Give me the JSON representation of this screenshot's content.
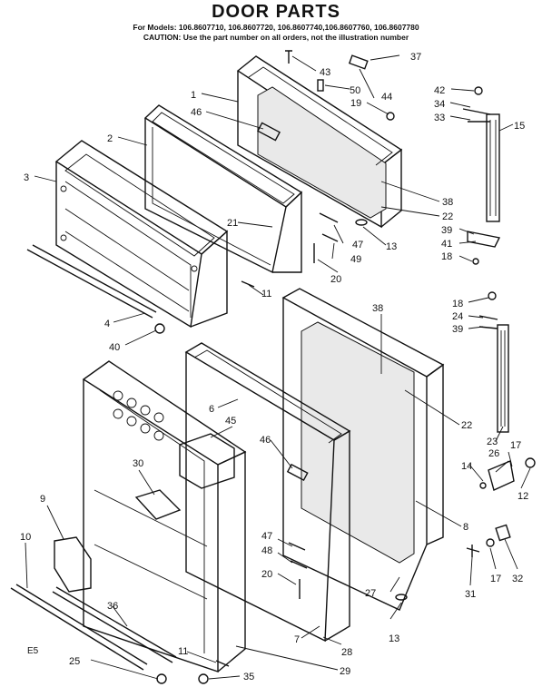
{
  "header": {
    "title": "DOOR PARTS",
    "models": "For Models: 106.8607710, 106.8607720, 106.8607740,106.8607760, 106.8607780",
    "caution": "CAUTION: Use the part number on all orders, not the illustration number"
  },
  "corner_mark": "E5",
  "callouts": [
    {
      "id": "c1",
      "text": "1"
    },
    {
      "id": "c2",
      "text": "2"
    },
    {
      "id": "c3",
      "text": "3"
    },
    {
      "id": "c4",
      "text": "4"
    },
    {
      "id": "c40",
      "text": "40"
    },
    {
      "id": "c46a",
      "text": "46"
    },
    {
      "id": "c21",
      "text": "21"
    },
    {
      "id": "c11a",
      "text": "11"
    },
    {
      "id": "c43",
      "text": "43"
    },
    {
      "id": "c37",
      "text": "37"
    },
    {
      "id": "c50",
      "text": "50"
    },
    {
      "id": "c44",
      "text": "44"
    },
    {
      "id": "c19",
      "text": "19"
    },
    {
      "id": "c42",
      "text": "42"
    },
    {
      "id": "c34",
      "text": "34"
    },
    {
      "id": "c33",
      "text": "33"
    },
    {
      "id": "c15",
      "text": "15"
    },
    {
      "id": "c38a",
      "text": "38"
    },
    {
      "id": "c22a",
      "text": "22"
    },
    {
      "id": "c47a",
      "text": "47"
    },
    {
      "id": "c13a",
      "text": "13"
    },
    {
      "id": "c49",
      "text": "49"
    },
    {
      "id": "c20a",
      "text": "20"
    },
    {
      "id": "c39a",
      "text": "39"
    },
    {
      "id": "c41",
      "text": "41"
    },
    {
      "id": "c18a",
      "text": "18"
    },
    {
      "id": "c38b",
      "text": "38"
    },
    {
      "id": "c18b",
      "text": "18"
    },
    {
      "id": "c24",
      "text": "24"
    },
    {
      "id": "c39b",
      "text": "39"
    },
    {
      "id": "c6",
      "text": "6"
    },
    {
      "id": "c45",
      "text": "45"
    },
    {
      "id": "c22b",
      "text": "22"
    },
    {
      "id": "c23",
      "text": "23"
    },
    {
      "id": "c46b",
      "text": "46"
    },
    {
      "id": "c30",
      "text": "30"
    },
    {
      "id": "c9",
      "text": "9"
    },
    {
      "id": "c26",
      "text": "26"
    },
    {
      "id": "c17a",
      "text": "17"
    },
    {
      "id": "c14",
      "text": "14"
    },
    {
      "id": "c12",
      "text": "12"
    },
    {
      "id": "c8",
      "text": "8"
    },
    {
      "id": "c10",
      "text": "10"
    },
    {
      "id": "c47b",
      "text": "47"
    },
    {
      "id": "c48",
      "text": "48"
    },
    {
      "id": "c20b",
      "text": "20"
    },
    {
      "id": "c31",
      "text": "31"
    },
    {
      "id": "c17b",
      "text": "17"
    },
    {
      "id": "c32",
      "text": "32"
    },
    {
      "id": "c27",
      "text": "27"
    },
    {
      "id": "c36",
      "text": "36"
    },
    {
      "id": "c7",
      "text": "7"
    },
    {
      "id": "c13b",
      "text": "13"
    },
    {
      "id": "c28",
      "text": "28"
    },
    {
      "id": "c11b",
      "text": "11"
    },
    {
      "id": "c25",
      "text": "25"
    },
    {
      "id": "c35",
      "text": "35"
    },
    {
      "id": "c29",
      "text": "29"
    }
  ]
}
